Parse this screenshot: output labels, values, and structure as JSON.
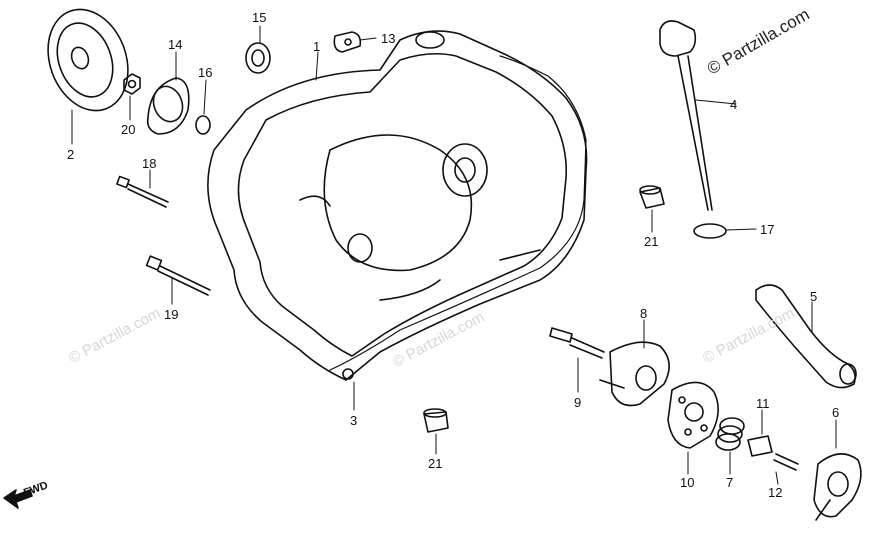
{
  "diagram": {
    "parts": [
      {
        "ref": "1"
      },
      {
        "ref": "2"
      },
      {
        "ref": "3"
      },
      {
        "ref": "4"
      },
      {
        "ref": "5"
      },
      {
        "ref": "6"
      },
      {
        "ref": "7"
      },
      {
        "ref": "8"
      },
      {
        "ref": "9"
      },
      {
        "ref": "10"
      },
      {
        "ref": "11"
      },
      {
        "ref": "12"
      },
      {
        "ref": "13"
      },
      {
        "ref": "14"
      },
      {
        "ref": "15"
      },
      {
        "ref": "16"
      },
      {
        "ref": "17"
      },
      {
        "ref": "18"
      },
      {
        "ref": "19"
      },
      {
        "ref": "20"
      },
      {
        "ref": "21"
      },
      {
        "ref": "21"
      }
    ],
    "direction_label": "FWD",
    "copyright": "© Partzilla.com",
    "watermark": "© Partzilla.com",
    "colors": {
      "line": "#111111",
      "watermark": "#d6d6d6",
      "background": "#ffffff"
    }
  }
}
